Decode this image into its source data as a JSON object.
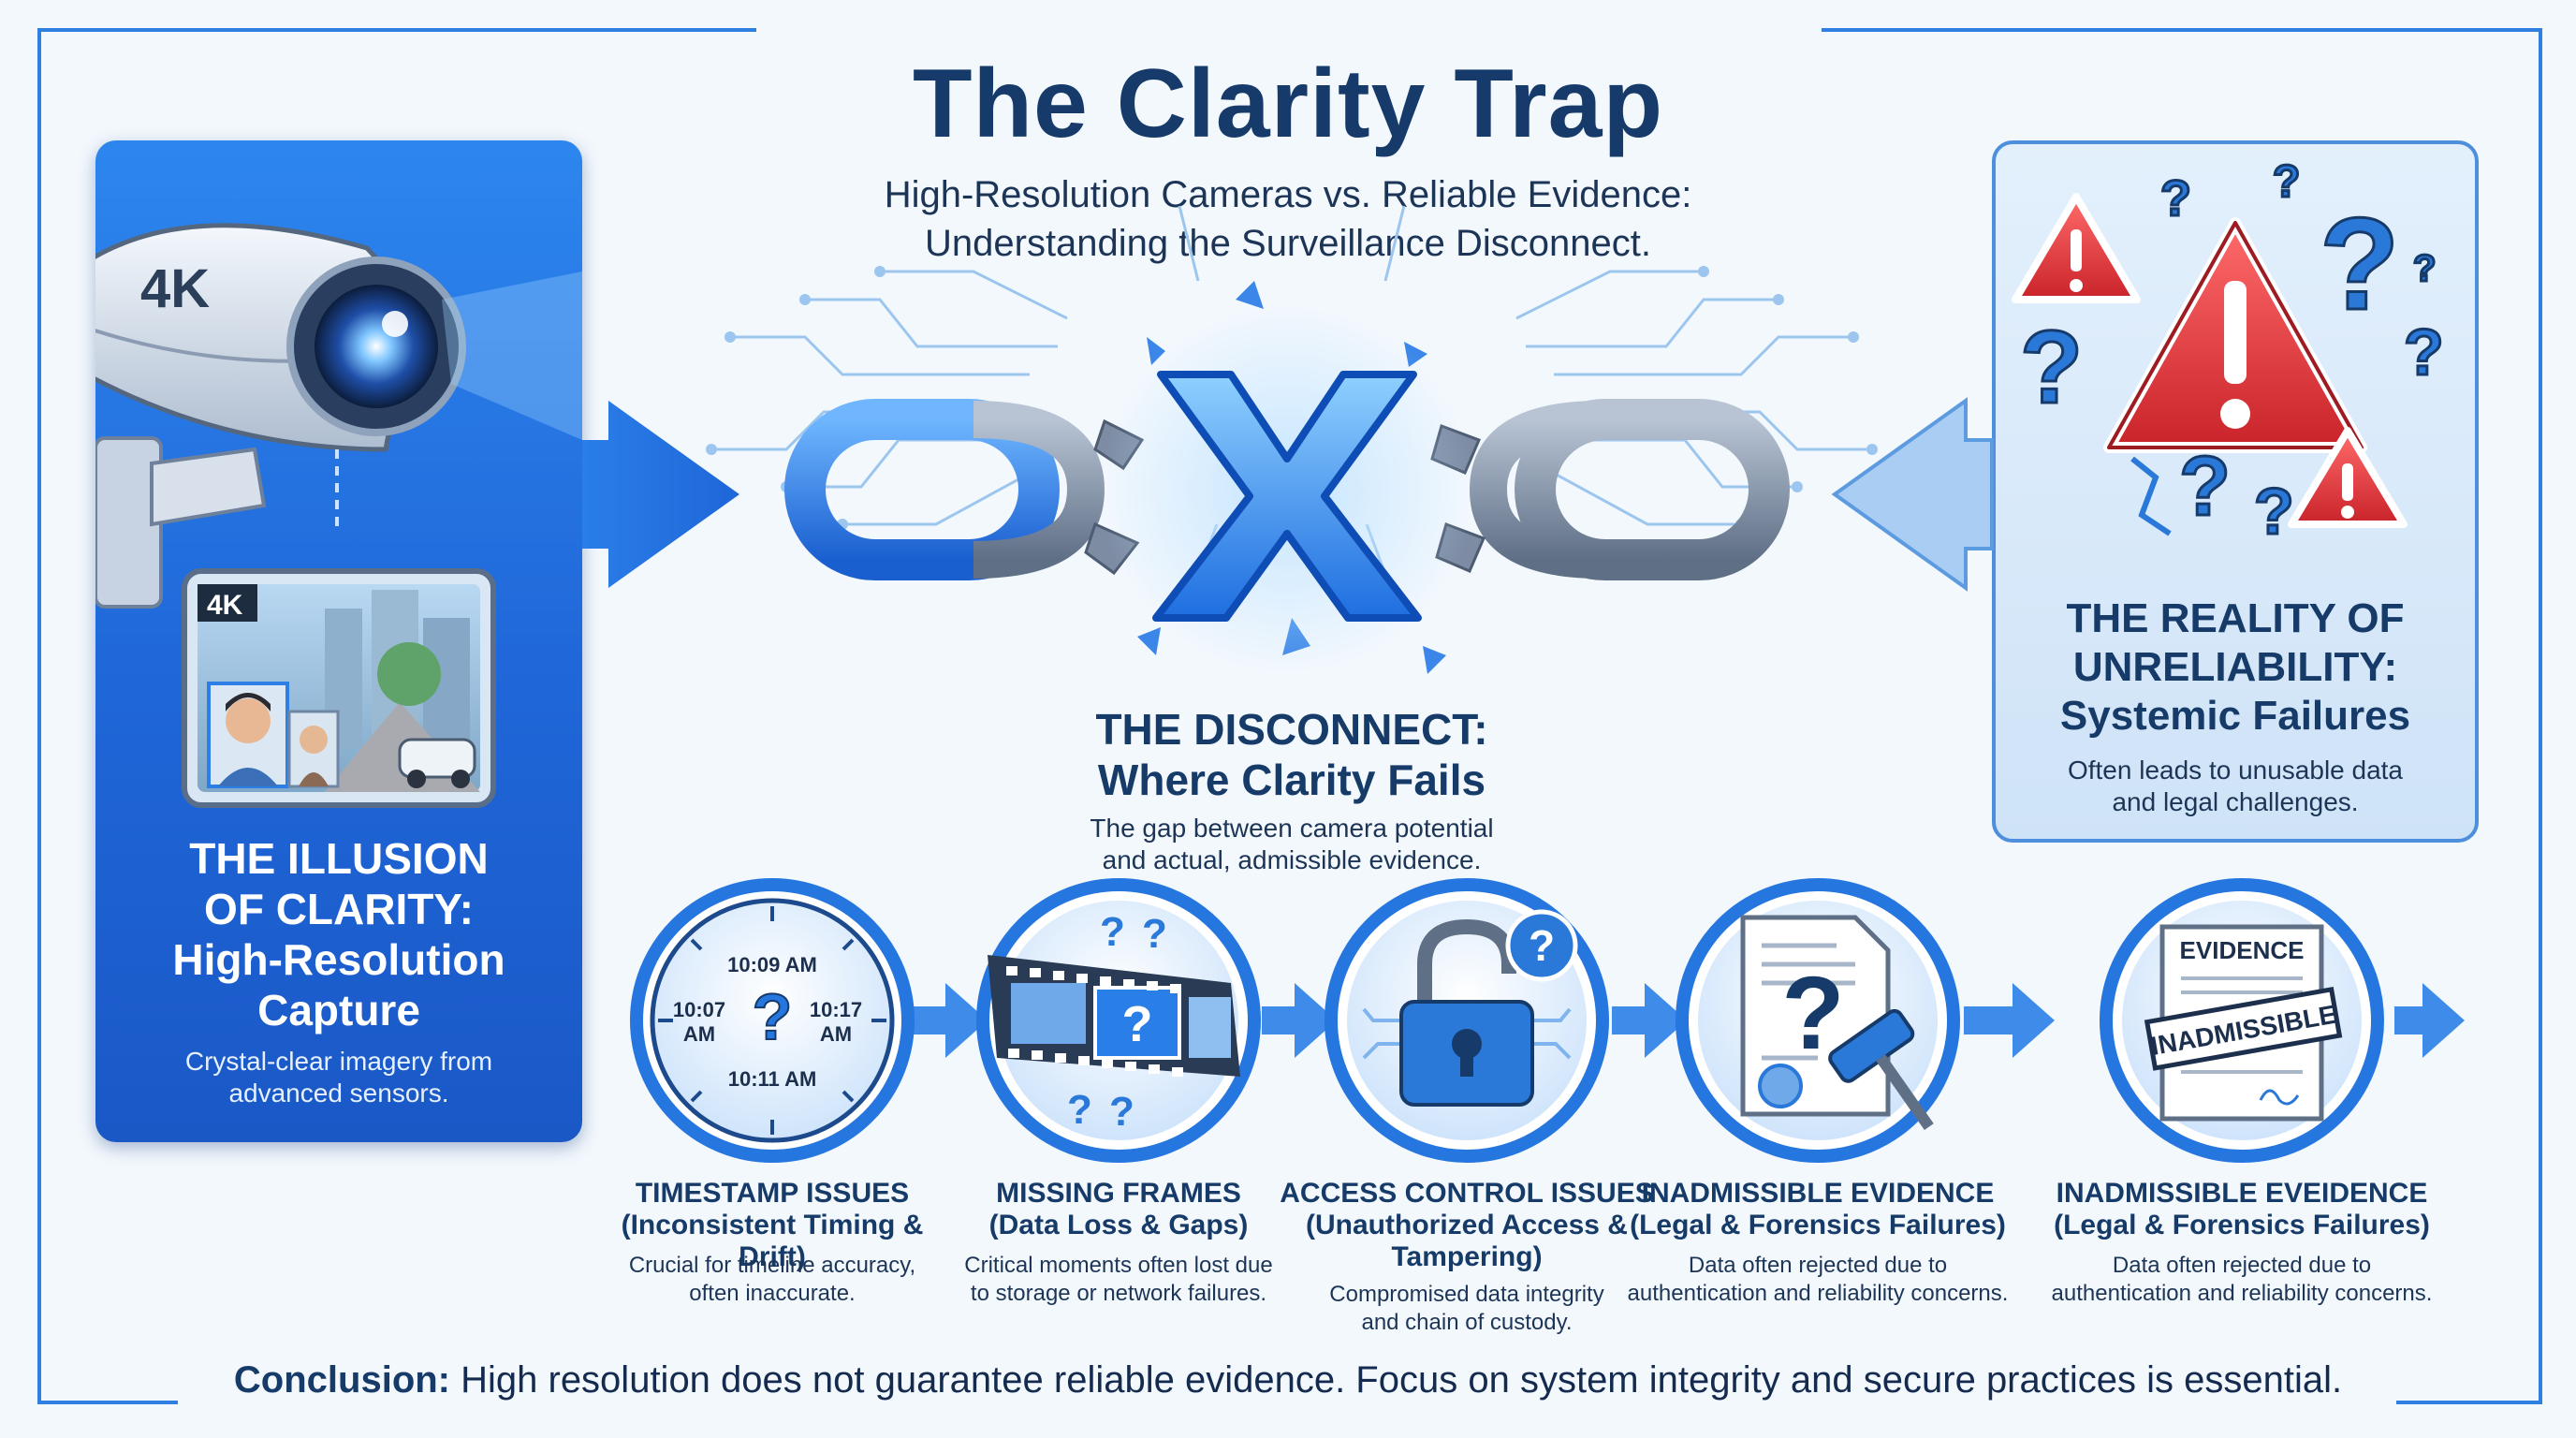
{
  "title": "The Clarity Trap",
  "subtitle": {
    "line1": "High-Resolution Cameras vs. Reliable Evidence:",
    "line2": "Understanding the Surveillance Disconnect."
  },
  "left_panel": {
    "camera_badge": "4K",
    "screen_badge": "4K",
    "heading": [
      "THE ILLUSION",
      "OF CLARITY:",
      "High-Resolution",
      "Capture"
    ],
    "description": [
      "Crystal-clear imagery from",
      "advanced sensors."
    ]
  },
  "center": {
    "x_mark": "X",
    "heading": [
      "THE DISCONNECT:",
      "Where Clarity Fails"
    ],
    "description": [
      "The gap between camera potential",
      "and actual, admissible evidence."
    ]
  },
  "right_panel": {
    "heading": [
      "THE REALITY OF",
      "UNRELIABILITY:",
      "Systemic Failures"
    ],
    "description": [
      "Often leads to unusable data",
      "and legal challenges."
    ]
  },
  "issues": [
    {
      "icon": "clock-icon",
      "clock_times": [
        "10:09 AM",
        "10:07",
        "AM",
        "10:17",
        "AM",
        "10:11 AM"
      ],
      "title": [
        "TIMESTAMP ISSUES",
        "(Inconsistent Timing & Drift)"
      ],
      "description": [
        "Crucial for timeline accuracy,",
        "often inaccurate."
      ]
    },
    {
      "icon": "film-strip-icon",
      "title": [
        "MISSING FRAMES",
        "(Data Loss & Gaps)"
      ],
      "description": [
        "Critical moments often lost due",
        "to storage or network failures."
      ]
    },
    {
      "icon": "padlock-icon",
      "title": [
        "ACCESS CONTROL ISSUES",
        "(Unauthorized Access &",
        "Tampering)"
      ],
      "description": [
        "Compromised data integrity",
        "and chain of custody."
      ]
    },
    {
      "icon": "document-gavel-icon",
      "title": [
        "INADMISSIBLE EVIDENCE",
        "(Legal & Forensics Failures)"
      ],
      "description": [
        "Data often rejected due to",
        "authentication and reliability concerns."
      ]
    },
    {
      "icon": "evidence-stamp-icon",
      "doc_label": "EVIDENCE",
      "stamp_label": "INADMISSIBLE",
      "title": [
        "INADMISSIBLE EVEIDENCE",
        "(Legal & Forensics Failures)"
      ],
      "description": [
        "Data often rejected due to",
        "authentication and reliability concerns."
      ]
    }
  ],
  "conclusion": {
    "label": "Conclusion:",
    "text": " High resolution does not guarantee reliable evidence. Focus on system integrity and secure practices is essential."
  },
  "colors": {
    "primary_blue": "#1f66d8",
    "dark_navy": "#163a6a",
    "alert_red": "#e0363c",
    "frame_blue": "#2f7fe0"
  }
}
